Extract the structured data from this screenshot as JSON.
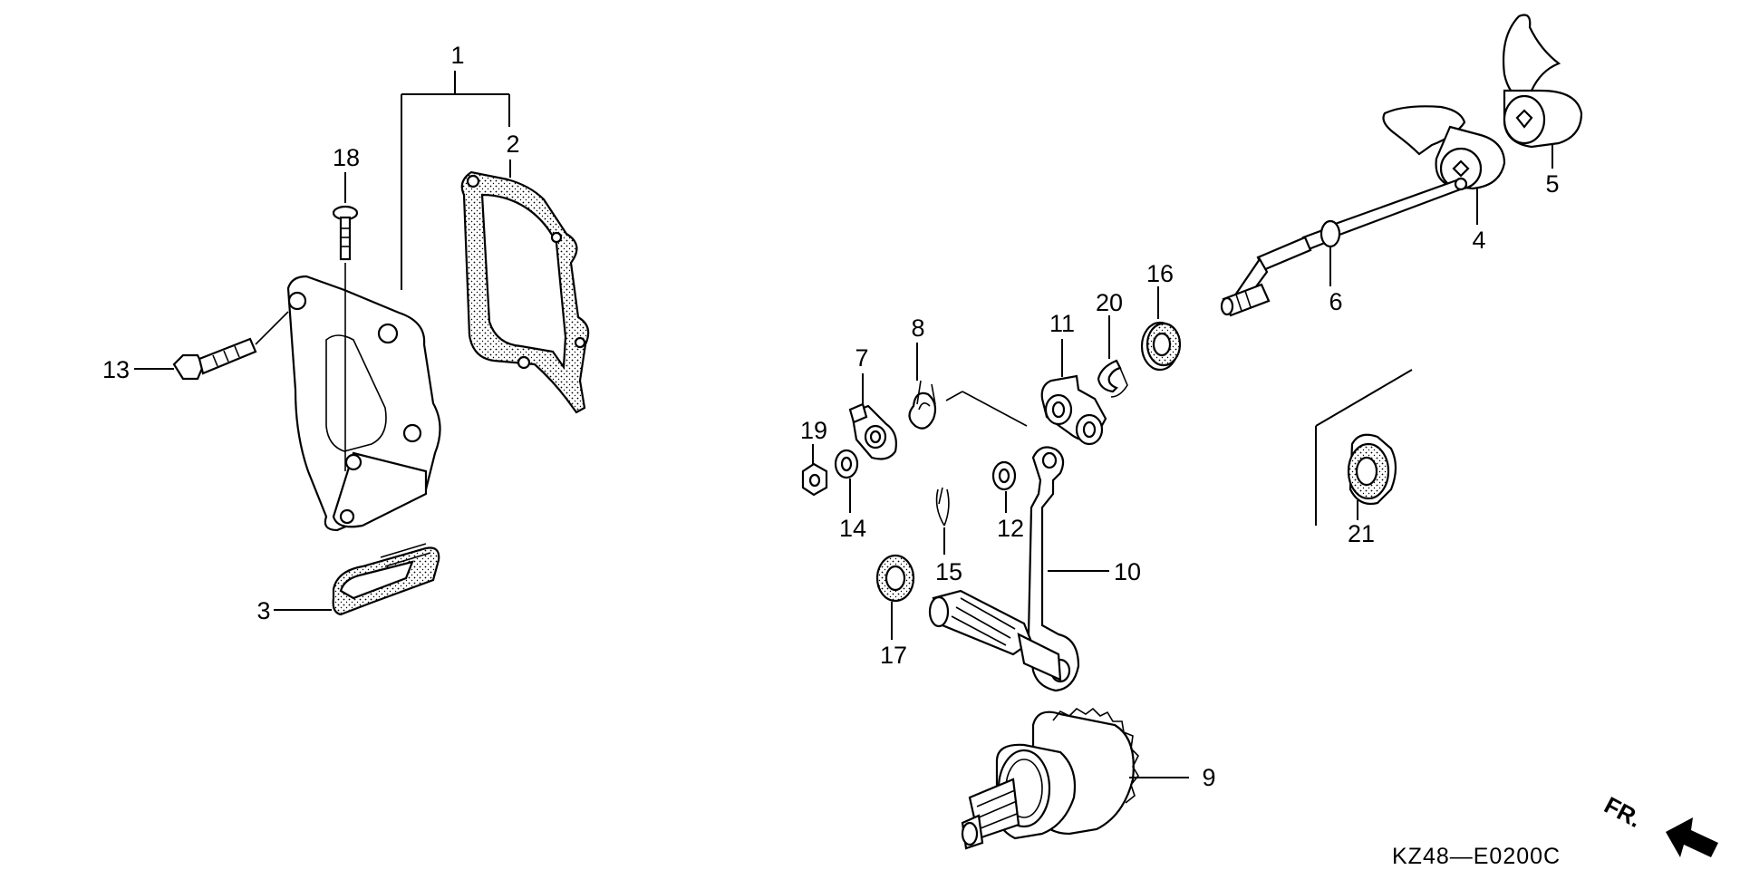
{
  "labels": {
    "p1": "1",
    "p2": "2",
    "p3": "3",
    "p4": "4",
    "p5": "5",
    "p6": "6",
    "p7": "7",
    "p8": "8",
    "p9": "9",
    "p10": "10",
    "p11": "11",
    "p12": "12",
    "p13": "13",
    "p14": "14",
    "p15": "15",
    "p16": "16",
    "p17": "17",
    "p18": "18",
    "p19": "19",
    "p20": "20",
    "p21": "21"
  },
  "diagram_code": "KZ48—E0200C",
  "front_marker": "FR."
}
